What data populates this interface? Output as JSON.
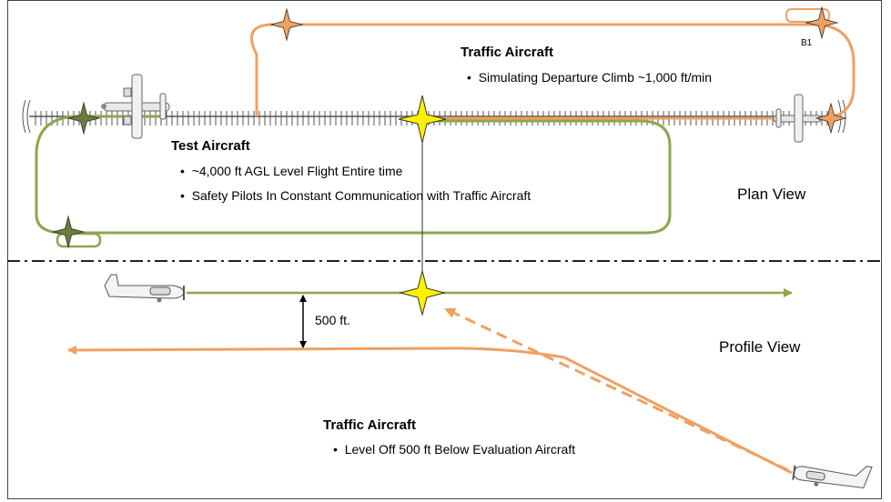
{
  "plan_view": {
    "traffic_heading": "Traffic Aircraft",
    "traffic_bullets": [
      "Simulating Departure Climb ~1,000 ft/min"
    ],
    "test_heading": "Test Aircraft",
    "test_bullets": [
      "~4,000 ft AGL Level Flight Entire time",
      "Safety Pilots In Constant Communication with Traffic Aircraft"
    ],
    "waypoint_label": "B1",
    "view_label": "Plan View"
  },
  "profile_view": {
    "separation_label": "500 ft.",
    "view_label": "Profile View",
    "traffic_heading": "Traffic Aircraft",
    "traffic_bullets": [
      "Level Off 500 ft Below Evaluation Aircraft"
    ]
  },
  "colors": {
    "traffic_path": "#f0a060",
    "traffic_dark": "#e8914a",
    "test_path": "#8aa84a",
    "intercept_star": "#fff200",
    "runway": "#555555"
  },
  "bullet_char": "•"
}
